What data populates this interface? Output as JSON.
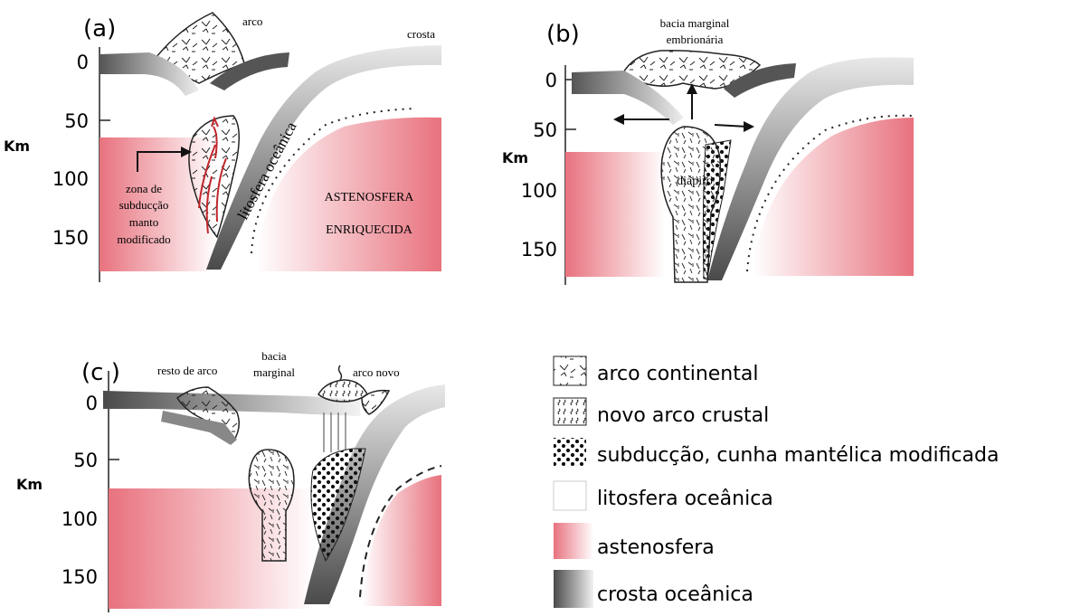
{
  "panels": {
    "a": {
      "panel_label": "(a)",
      "labels": {
        "arc": "arco",
        "crust": "crosta",
        "lithosphere": "litosfera oceânica",
        "subduction_zone": [
          "zona de",
          "subducção",
          "manto",
          "modificado"
        ],
        "asthenosphere": [
          "ASTENOSFERA",
          "ENRIQUECIDA"
        ]
      },
      "axis": {
        "unit": "Km",
        "ticks": [
          "0",
          "50",
          "100",
          "150"
        ]
      }
    },
    "b": {
      "panel_label": "(b)",
      "labels": {
        "marginal_basin": [
          "bacia marginal",
          "embrionária"
        ],
        "diapir": "diápiro"
      },
      "axis": {
        "unit": "Km",
        "ticks": [
          "0",
          "50",
          "100",
          "150"
        ]
      }
    },
    "c": {
      "panel_label": "(c )",
      "labels": {
        "arc_remnant": "resto de arco",
        "marginal_basin": [
          "bacia",
          "marginal"
        ],
        "new_arc": "arco novo"
      },
      "axis": {
        "unit": "Km",
        "ticks": [
          "0",
          "50",
          "100",
          "150"
        ]
      }
    }
  },
  "legend": {
    "items": [
      {
        "label": "arco continental",
        "swatch": "continental-arc-pattern"
      },
      {
        "label": "novo arco crustal",
        "swatch": "new-crustal-arc-pattern"
      },
      {
        "label": "subducção, cunha mantélica modificada",
        "swatch": "dotted-pattern"
      },
      {
        "label": "litosfera oceânica",
        "swatch": "white"
      },
      {
        "label": "astenosfera",
        "swatch": "red-gradient"
      },
      {
        "label": "crosta oceânica",
        "swatch": "gray-gradient"
      }
    ]
  },
  "colors": {
    "asthenosphere": "#e8727e",
    "crust_dark": "#4a4a4a",
    "crust_light": "#f2f2f2",
    "arrow_red": "#c0262c"
  }
}
